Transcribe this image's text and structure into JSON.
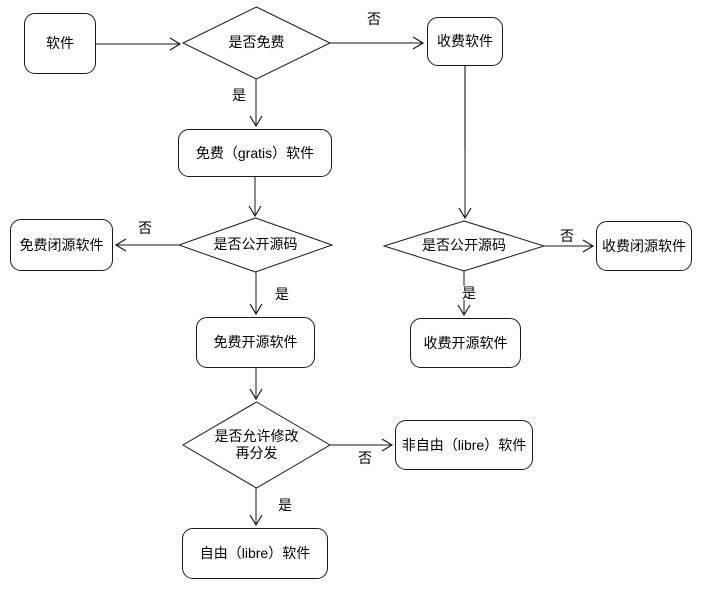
{
  "nodes": {
    "software": "软件",
    "is_free": "是否免费",
    "paid": "收费软件",
    "gratis": "免费（gratis）软件",
    "is_open_free": "是否公开源码",
    "free_closed": "免费闭源软件",
    "free_open": "免费开源软件",
    "is_open_paid": "是否公开源码",
    "paid_closed": "收费闭源软件",
    "paid_open": "收费开源软件",
    "allow_modify_line1": "是否允许修改",
    "allow_modify_line2": "再分发",
    "non_libre": "非自由（libre）软件",
    "libre": "自由（libre）软件"
  },
  "edge_labels": {
    "yes": "是",
    "no": "否"
  },
  "colors": {
    "line": "#1a1a1a",
    "gray_line": "#808080",
    "node_border": "#1a1a1a",
    "background": "#ffffff",
    "text": "#000000"
  }
}
